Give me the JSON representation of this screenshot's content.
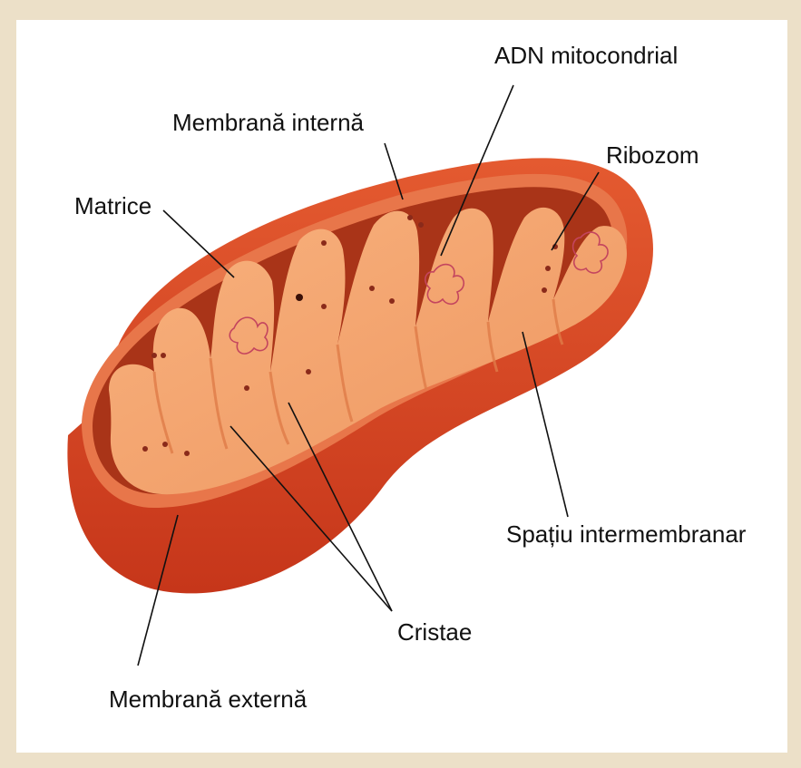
{
  "labels": {
    "adn": "ADN mitocondrial",
    "membrana_interna": "Membrană internă",
    "ribozom": "Ribozom",
    "matrice": "Matrice",
    "spatiu": "Spațiu intermembranar",
    "cristae": "Cristae",
    "membrana_externa": "Membrană externă"
  },
  "colors": {
    "outer_membrane": "#d4421c",
    "inner_shadow": "#a8311a",
    "intermembrane": "#c14a2a",
    "matrix": "#f4a46e",
    "dna": "#c4455e"
  }
}
